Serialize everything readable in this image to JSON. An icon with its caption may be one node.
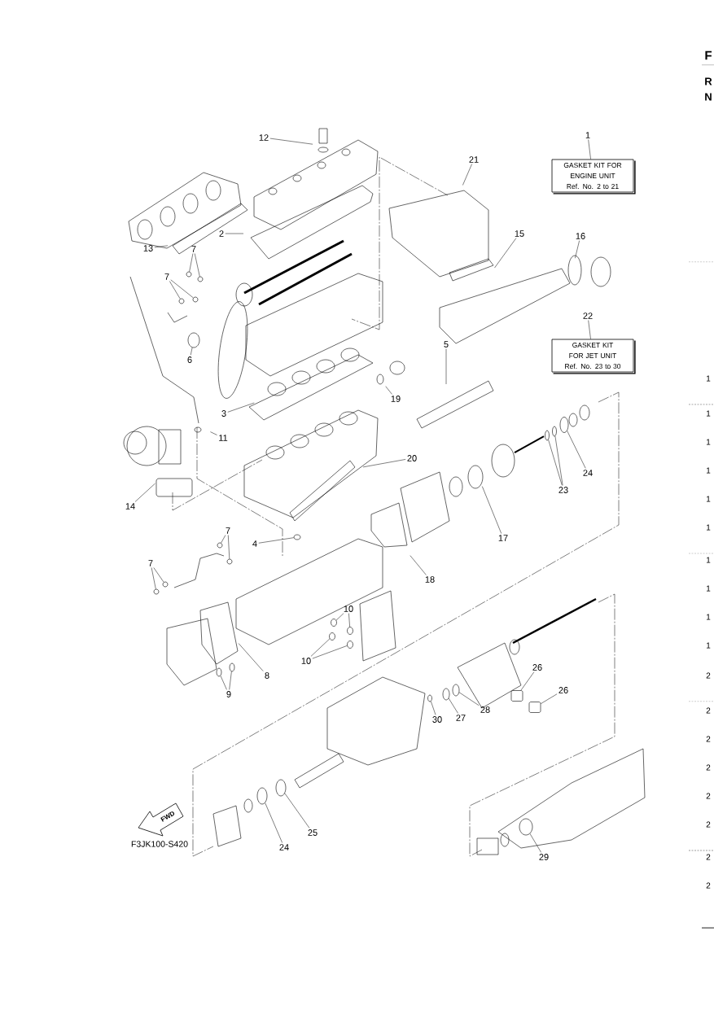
{
  "diagram": {
    "nodes": [
      {
        "text": [
          "1"
        ]
      },
      {
        "text": [
          "GASKET KIT FOR ENGINE UNIT",
          "Ref. No. 2 to 21"
        ]
      },
      {
        "text": [
          "2"
        ]
      },
      {
        "text": [
          "3"
        ]
      },
      {
        "text": [
          "4"
        ]
      },
      {
        "text": [
          "5"
        ]
      },
      {
        "text": [
          "6"
        ]
      },
      {
        "text": [
          "7"
        ]
      },
      {
        "text": [
          "7"
        ]
      },
      {
        "text": [
          "7"
        ]
      },
      {
        "text": [
          "7"
        ]
      },
      {
        "text": [
          "8"
        ]
      },
      {
        "text": [
          "9"
        ]
      },
      {
        "text": [
          "10"
        ]
      },
      {
        "text": [
          "10"
        ]
      },
      {
        "text": [
          "11"
        ]
      },
      {
        "text": [
          "12"
        ]
      },
      {
        "text": [
          "13"
        ]
      },
      {
        "text": [
          "14"
        ]
      },
      {
        "text": [
          "15"
        ]
      },
      {
        "text": [
          "16"
        ]
      },
      {
        "text": [
          "17"
        ]
      },
      {
        "text": [
          "18"
        ]
      },
      {
        "text": [
          "19"
        ]
      },
      {
        "text": [
          "20"
        ]
      },
      {
        "text": [
          "21"
        ]
      },
      {
        "text": [
          "22"
        ]
      },
      {
        "text": [
          "GASKET KIT FOR JET UNIT",
          "Ref. No. 23 to 30"
        ]
      },
      {
        "text": [
          "23"
        ]
      },
      {
        "text": [
          "24"
        ]
      },
      {
        "text": [
          "24"
        ]
      },
      {
        "text": [
          "25"
        ]
      },
      {
        "text": [
          "26"
        ]
      },
      {
        "text": [
          "26"
        ]
      },
      {
        "text": [
          "27"
        ]
      },
      {
        "text": [
          "28"
        ]
      },
      {
        "text": [
          "29"
        ]
      },
      {
        "text": [
          "30"
        ]
      },
      {
        "text": [],
        "shape": "circle"
      },
      {
        "text": [],
        "shape": "circle"
      },
      {
        "text": [],
        "shape": "circle"
      },
      {
        "text": [],
        "shape": "circle"
      },
      {
        "text": [],
        "shape": "circle"
      },
      {
        "text": [],
        "shape": "circle"
      },
      {
        "text": [],
        "shape": "circle"
      },
      {
        "text": [],
        "shape": "circle"
      },
      {
        "text": [],
        "shape": "circle"
      },
      {
        "text": [],
        "shape": "circle"
      },
      {
        "text": [],
        "shape": "circle"
      },
      {
        "text": [],
        "shape": "circle"
      },
      {
        "text": [],
        "shape": "circle"
      },
      {
        "text": [],
        "shape": "circle"
      },
      {
        "text": [],
        "shape": "circle"
      },
      {
        "text": [],
        "shape": "circle"
      },
      {
        "text": [],
        "shape": "circle"
      },
      {
        "text": [],
        "shape": "circle"
      },
      {
        "text": [],
        "shape": "circle"
      },
      {
        "text": [],
        "shape": "box"
      },
      {
        "text": [],
        "shape": "box"
      },
      {
        "text": [],
        "shape": "circle"
      },
      {
        "text": [],
        "shape": "circle"
      },
      {
        "text": [],
        "shape": "circle"
      },
      {
        "text": [],
        "shape": "circle"
      },
      {
        "text": [],
        "shape": "circle"
      },
      {
        "text": [],
        "shape": "circle"
      }
    ],
    "edges": [
      {
        "from": 0,
        "to": 1,
        "arrow": "none"
      },
      {
        "from": 2,
        "to": null,
        "arrow": "none"
      },
      {
        "from": 3,
        "to": null,
        "arrow": "none"
      },
      {
        "from": 4,
        "to": 38,
        "arrow": "none"
      },
      {
        "from": 5,
        "to": null,
        "arrow": "none"
      },
      {
        "from": 6,
        "to": 39,
        "arrow": "none"
      },
      {
        "from": 7,
        "to": 40,
        "arrow": "none"
      },
      {
        "from": 7,
        "to": 41,
        "arrow": "none"
      },
      {
        "from": 8,
        "to": 42,
        "arrow": "none"
      },
      {
        "from": 8,
        "to": 43,
        "arrow": "none"
      },
      {
        "from": 9,
        "to": 44,
        "arrow": "none"
      },
      {
        "from": 9,
        "to": 45,
        "arrow": "none"
      },
      {
        "from": 10,
        "to": 46,
        "arrow": "none"
      },
      {
        "from": 10,
        "to": 47,
        "arrow": "none"
      },
      {
        "from": 11,
        "to": null,
        "arrow": "none"
      },
      {
        "from": 12,
        "to": 63,
        "arrow": "none"
      },
      {
        "from": 12,
        "to": 64,
        "arrow": "none"
      },
      {
        "from": 13,
        "to": 48,
        "arrow": "none"
      },
      {
        "from": 13,
        "to": 49,
        "arrow": "none"
      },
      {
        "from": 14,
        "to": 50,
        "arrow": "none"
      },
      {
        "from": 14,
        "to": 51,
        "arrow": "none"
      },
      {
        "from": 15,
        "to": null,
        "arrow": "none"
      },
      {
        "from": 16,
        "to": null,
        "arrow": "none"
      },
      {
        "from": 17,
        "to": null,
        "arrow": "none"
      },
      {
        "from": 18,
        "to": null,
        "arrow": "none"
      },
      {
        "from": 19,
        "to": null,
        "arrow": "none"
      },
      {
        "from": 20,
        "to": null,
        "arrow": "none"
      },
      {
        "from": 21,
        "to": null,
        "arrow": "none"
      },
      {
        "from": 22,
        "to": null,
        "arrow": "none"
      },
      {
        "from": 23,
        "to": null,
        "arrow": "none"
      },
      {
        "from": 24,
        "to": null,
        "arrow": "none"
      },
      {
        "from": 25,
        "to": null,
        "arrow": "none"
      },
      {
        "from": 26,
        "to": 27,
        "arrow": "none"
      },
      {
        "from": 28,
        "to": 52,
        "arrow": "none"
      },
      {
        "from": 28,
        "to": 53,
        "arrow": "none"
      },
      {
        "from": 29,
        "to": 54,
        "arrow": "none"
      },
      {
        "from": 30,
        "to": 55,
        "arrow": "none"
      },
      {
        "from": 31,
        "to": 56,
        "arrow": "none"
      },
      {
        "from": 32,
        "to": 57,
        "arrow": "none"
      },
      {
        "from": 33,
        "to": 58,
        "arrow": "none"
      },
      {
        "from": 34,
        "to": 59,
        "arrow": "none"
      },
      {
        "from": 35,
        "to": 60,
        "arrow": "none"
      },
      {
        "from": 36,
        "to": 61,
        "arrow": "none"
      },
      {
        "from": 37,
        "to": 62,
        "arrow": "none"
      }
    ],
    "labels": [
      "FWD",
      "F3JK100-S420",
      "F",
      "R",
      "N",
      "1",
      "1",
      "1",
      "1",
      "1",
      "1",
      "1",
      "1",
      "1",
      "1",
      "2",
      "2",
      "2",
      "2",
      "2",
      "2",
      "2",
      "2"
    ]
  }
}
